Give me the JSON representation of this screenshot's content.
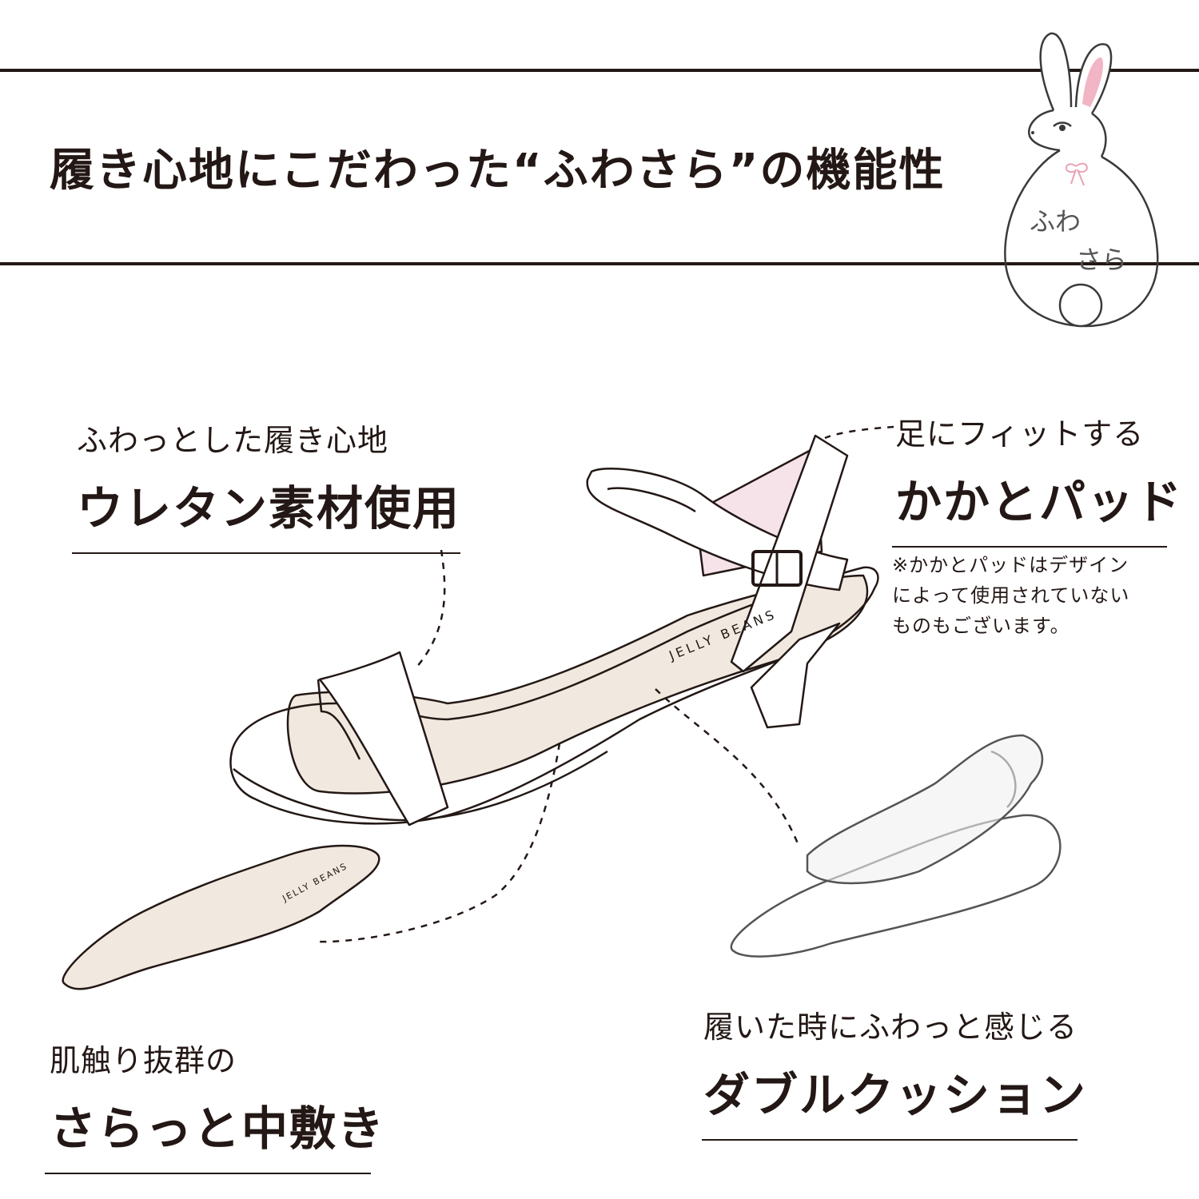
{
  "header": {
    "headline": "履き心地にこだわった“ふわさら”の機能性",
    "mascot_text_line1": "ふわ",
    "mascot_text_line2": "さら"
  },
  "features": [
    {
      "sub": "ふわっとした履き心地",
      "title": "ウレタン素材使用"
    },
    {
      "sub": "足にフィットする",
      "title": "かかとパッド"
    },
    {
      "sub": "肌触り抜群の",
      "title": "さらっと中敷き"
    },
    {
      "sub": "履いた時にふわっと感じる",
      "title": "ダブルクッション"
    }
  ],
  "note": {
    "line1": "※かかとパッドはデザイン",
    "line2": "によって使用されていない",
    "line3": "ものもございます。"
  },
  "brand": {
    "shoe_print": "JELLY BEANS",
    "insole_print": "JELLY BEANS"
  },
  "colors": {
    "ink": "#231815",
    "insole": "#f1e9df",
    "lining_pink": "#f6e3ea",
    "ribbon_pink": "#e8a3b4",
    "ear_pink": "#f2b5c6"
  }
}
